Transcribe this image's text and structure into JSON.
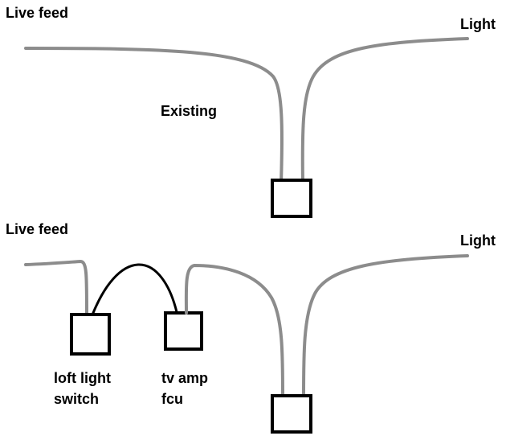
{
  "top": {
    "live_feed": "Live feed",
    "light": "Light",
    "existing": "Existing"
  },
  "bottom": {
    "live_feed": "Live feed",
    "light": "Light",
    "switch_label_line1": "loft light",
    "switch_label_line2": "switch",
    "fcu_label_line1": "tv amp",
    "fcu_label_line2": "fcu"
  },
  "colors": {
    "wire": "#8c8c8c",
    "link_wire": "#000000",
    "box_stroke": "#000000"
  }
}
